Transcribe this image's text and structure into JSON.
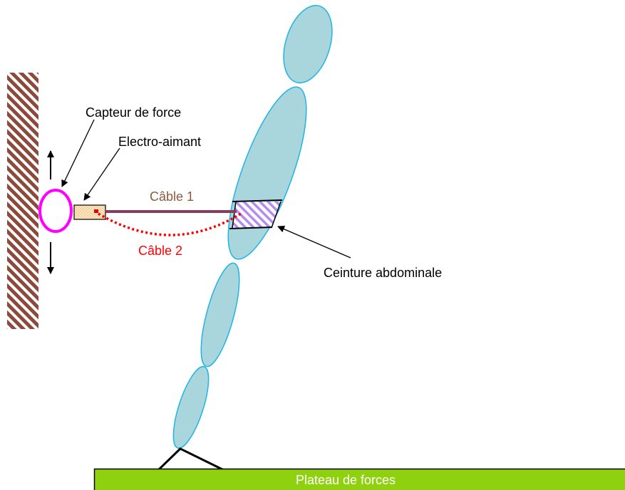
{
  "labels": {
    "force_sensor": "Capteur de force",
    "electromagnet": "Electro-aimant",
    "cable_1": "Câble 1",
    "cable_2": "Câble 2",
    "belt": "Ceinture abdominale",
    "platform": "Plateau de forces"
  },
  "colors": {
    "wall": "#8B4A3C",
    "sensor": "#FF00FF",
    "magnet_fill": "#F8D9A8",
    "cable_1": "#8B3A62",
    "cable_1_label": "#8B5A3C",
    "cable_2": "#FF0000",
    "body_fill": "#A9D6DC",
    "body_stroke": "#1EB4E6",
    "belt_hatch": "#B48CF0",
    "platform_fill": "#8FD10F",
    "platform_text": "#FFFFFF"
  }
}
